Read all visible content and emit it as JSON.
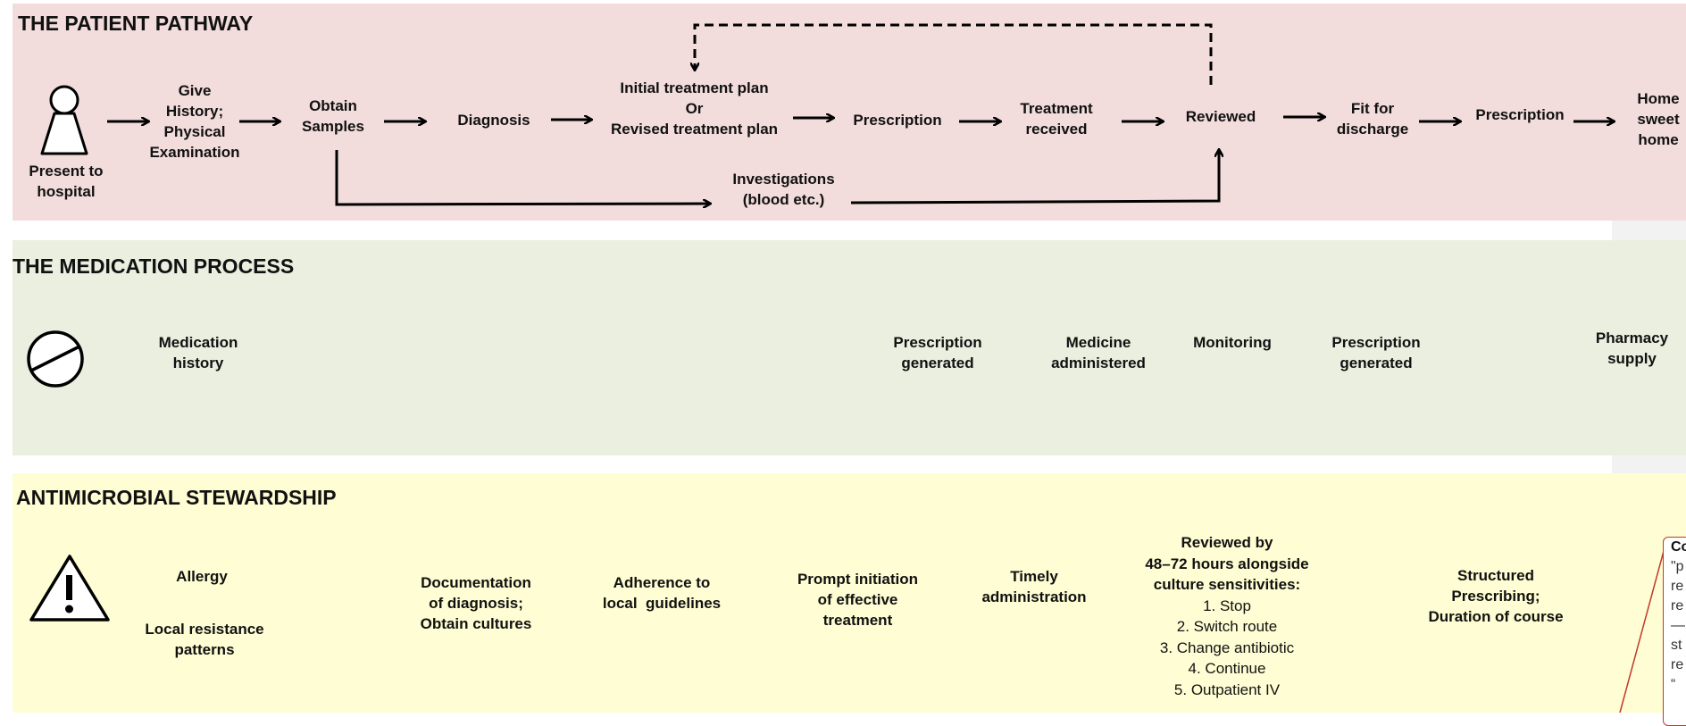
{
  "colors": {
    "pathway_bg": "#f2dcdc",
    "medication_bg": "#eaefe0",
    "stewardship_bg": "#fefdd3",
    "gap_bg": "#f2f2f2",
    "line": "#000000",
    "comment_border": "#c0392b"
  },
  "pathway": {
    "heading": "THE PATIENT PATHWAY",
    "icon": "person-icon",
    "present": "Present to\nhospital",
    "steps": {
      "give_history": "Give\nHistory;\nPhysical\nExamination",
      "obtain_samples": "Obtain\nSamples",
      "diagnosis": "Diagnosis",
      "treatment_plan": "Initial treatment plan\nOr\nRevised treatment plan",
      "prescription1": "Prescription",
      "treatment_received": "Treatment\nreceived",
      "reviewed": "Reviewed",
      "fit_discharge": "Fit for\ndischarge",
      "prescription2": "Prescription",
      "home": "Home\nsweet\nhome",
      "investigations": "Investigations\n(blood etc.)"
    }
  },
  "medication": {
    "heading": "THE MEDICATION PROCESS",
    "icon": "pill-icon",
    "items": {
      "med_history": "Medication\nhistory",
      "rx_generated1": "Prescription\ngenerated",
      "med_administered": "Medicine\nadministered",
      "monitoring": "Monitoring",
      "rx_generated2": "Prescription\ngenerated",
      "pharmacy": "Pharmacy\nsupply"
    }
  },
  "stewardship": {
    "heading": "ANTIMICROBIAL STEWARDSHIP",
    "icon": "warning-icon",
    "items": {
      "allergy": "Allergy",
      "resistance": "Local resistance\npatterns",
      "documentation": "Documentation\nof diagnosis;\nObtain cultures",
      "adherence": "Adherence to\nlocal  guidelines",
      "prompt": "Prompt initiation\nof effective\ntreatment",
      "timely": "Timely\nadministration",
      "reviewed_title": "Reviewed by\n48–72 hours alongside\nculture sensitivities:",
      "review_options": [
        "1. Stop",
        "2. Switch route",
        "3. Change antibiotic",
        "4. Continue",
        "5. Outpatient IV"
      ],
      "structured": "Structured\nPrescribing;\nDuration of course"
    }
  },
  "comment": {
    "title": "Co",
    "lines": [
      "\"p",
      "re",
      "re",
      "—",
      "st",
      "re",
      "“"
    ]
  }
}
